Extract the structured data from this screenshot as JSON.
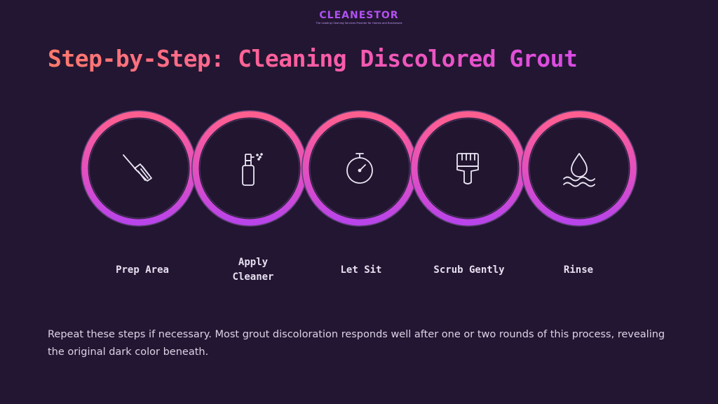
{
  "brand": {
    "name": "CLEANESTOR",
    "tagline": "The Leading Cleaning Services Provider for Homes and Businesses",
    "colors": {
      "accent_start": "#8b5cf6",
      "accent_end": "#d946ef"
    }
  },
  "title": "Step-by-Step: Cleaning Discolored Grout",
  "steps": [
    {
      "label": "Prep Area",
      "icon": "broom-icon"
    },
    {
      "label": "Apply Cleaner",
      "icon": "spray-bottle-icon"
    },
    {
      "label": "Let Sit",
      "icon": "stopwatch-icon"
    },
    {
      "label": "Scrub Gently",
      "icon": "paint-brush-icon"
    },
    {
      "label": "Rinse",
      "icon": "water-drop-icon"
    }
  ],
  "footer_text": "Repeat these steps if necessary. Most grout discoloration responds well after one or two rounds of this process, revealing the original dark color beneath.",
  "colors": {
    "background": "#231632",
    "ring_top": "#ff5f8f",
    "ring_bottom": "#c443e6",
    "circle_fill": "#21152f",
    "icon_stroke": "#ece6f4"
  }
}
